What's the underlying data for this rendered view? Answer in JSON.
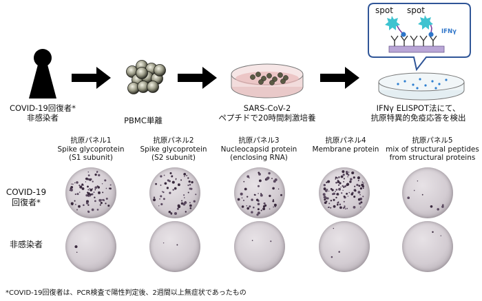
{
  "flow": {
    "step1_line1": "COVID-19回復者*",
    "step1_line2": "非感染者",
    "step2": "PBMC単離",
    "step3_line1": "SARS-CoV-2",
    "step3_line2": "ペプチドで20時間刺激培養",
    "step4_line1": "IFNγ ELISPOT法にて、",
    "step4_line2": "抗原特異的免疫応答を検出"
  },
  "callout": {
    "spot1": "spot",
    "spot2": "spot",
    "ifng": "IFNγ"
  },
  "panels": [
    {
      "name": "抗原パネル1",
      "desc1": "Spike glycoprotein",
      "desc2": "(S1 subunit)"
    },
    {
      "name": "抗原パネル2",
      "desc1": "Spike glycoprotein",
      "desc2": "(S2 subunit)"
    },
    {
      "name": "抗原パネル3",
      "desc1": "Nucleocapsid protein",
      "desc2": "(enclosing RNA)"
    },
    {
      "name": "抗原パネル4",
      "desc1": "Membrane protein",
      "desc2": ""
    },
    {
      "name": "抗原パネル5",
      "desc1": "mix of structural peptides",
      "desc2": "from structural proteins"
    }
  ],
  "rows": {
    "recovered_line1": "COVID-19",
    "recovered_line2": "回復者*",
    "uninfected": "非感染者"
  },
  "footnote": "*COVID-19回復者は、PCR検査で陽性判定後、2週間以上無症状であったもの"
}
